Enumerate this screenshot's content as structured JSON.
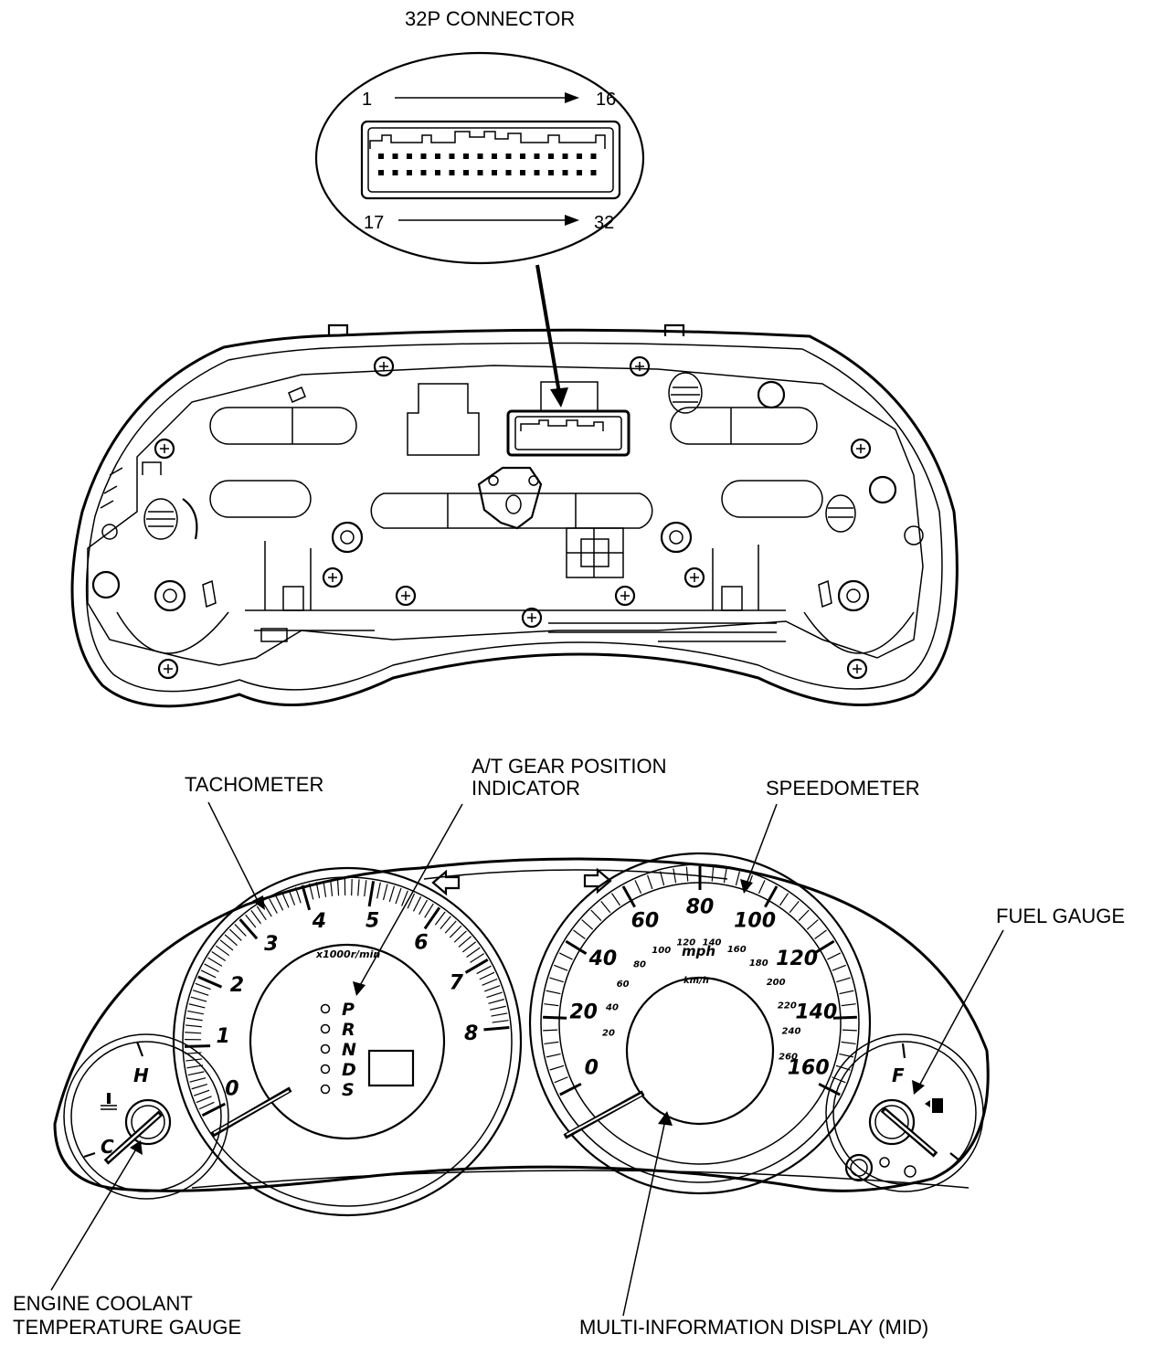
{
  "labels": {
    "connector_title": "32P CONNECTOR",
    "pin_1": "1",
    "pin_16": "16",
    "pin_17": "17",
    "pin_32": "32",
    "tachometer": "TACHOMETER",
    "gear_indicator_line1": "A/T GEAR POSITION",
    "gear_indicator_line2": "INDICATOR",
    "speedometer": "SPEEDOMETER",
    "fuel_gauge": "FUEL GAUGE",
    "coolant_line1": "ENGINE COOLANT",
    "coolant_line2": "TEMPERATURE GAUGE",
    "mid": "MULTI-INFORMATION DISPLAY (MID)"
  },
  "tachometer": {
    "unit": "x1000r/min",
    "numbers": [
      "0",
      "1",
      "2",
      "3",
      "4",
      "5",
      "6",
      "7",
      "8"
    ]
  },
  "gear_positions": [
    "P",
    "R",
    "N",
    "D",
    "S"
  ],
  "speedometer": {
    "mph_unit": "mph",
    "mph_numbers": [
      "0",
      "20",
      "40",
      "60",
      "80",
      "100",
      "120",
      "140",
      "160"
    ],
    "kmh_unit": "km/h",
    "kmh_numbers": [
      "20",
      "40",
      "60",
      "80",
      "100",
      "120",
      "140",
      "160",
      "180",
      "200",
      "220",
      "240",
      "260"
    ]
  },
  "temp_gauge": {
    "hot": "H",
    "cold": "C"
  },
  "fuel": {
    "full": "F"
  }
}
